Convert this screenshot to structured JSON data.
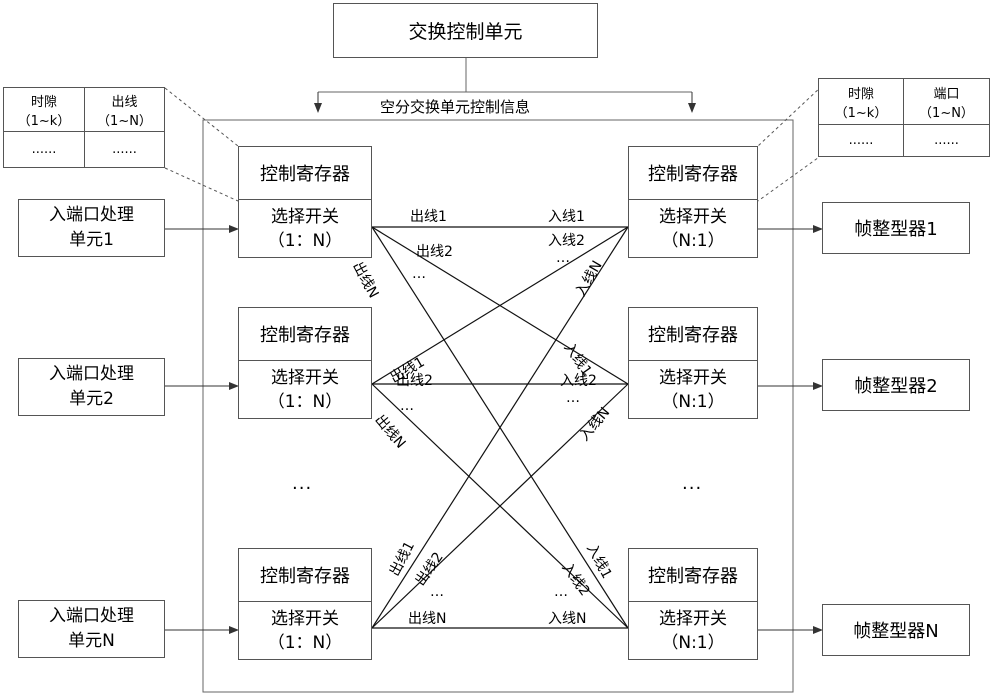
{
  "switch_control_unit": "交换控制单元",
  "space_switch_control_info": "空分交换单元控制信息",
  "left_table": {
    "headers": [
      "时隙",
      "出线"
    ],
    "ranges": [
      "（1~k）",
      "（1~N）"
    ],
    "rows": [
      [
        "......",
        "......"
      ]
    ]
  },
  "right_table": {
    "headers": [
      "时隙",
      "端口"
    ],
    "ranges": [
      "（1~k）",
      "（1~N）"
    ],
    "rows": [
      [
        "......",
        "......"
      ]
    ]
  },
  "input_units": [
    {
      "line1": "入端口处理",
      "line2": "单元1"
    },
    {
      "line1": "入端口处理",
      "line2": "单元2"
    },
    {
      "line1": "入端口处理",
      "line2": "单元N"
    }
  ],
  "left_switch": {
    "control_register": "控制寄存器",
    "selector": "选择开关",
    "ratio": "（1：N）"
  },
  "right_switch": {
    "control_register": "控制寄存器",
    "selector": "选择开关",
    "ratio": "（N:1）"
  },
  "frame_shapers": [
    "帧整型器1",
    "帧整型器2",
    "帧整型器N"
  ],
  "line_labels": {
    "out1": "出线1",
    "out2": "出线2",
    "outN": "出线N",
    "in1": "入线1",
    "in2": "入线2",
    "inN": "入线N",
    "ellipsis": "…",
    "mid_ellipsis": "···"
  }
}
